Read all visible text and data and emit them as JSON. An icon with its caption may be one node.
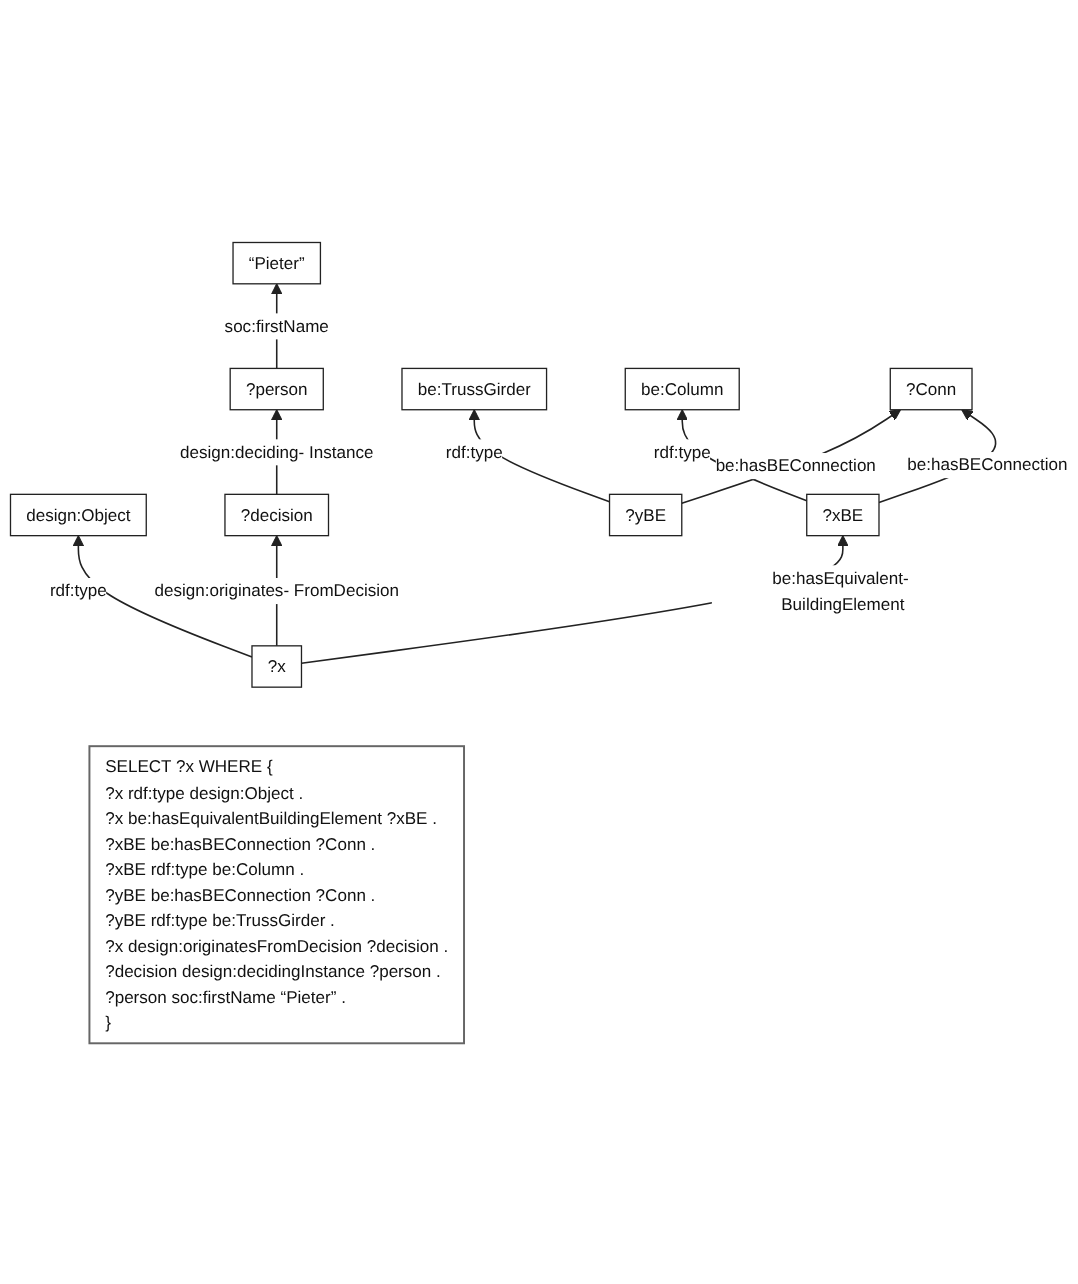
{
  "diagram": {
    "nodes": [
      {
        "text": [
          "“Pieter”"
        ]
      },
      {
        "text": [
          "?person"
        ]
      },
      {
        "text": [
          "design:Object"
        ]
      },
      {
        "text": [
          "?decision"
        ]
      },
      {
        "text": [
          "?x"
        ]
      },
      {
        "text": [
          "be:TrussGirder"
        ]
      },
      {
        "text": [
          "be:Column"
        ]
      },
      {
        "text": [
          "?yBE"
        ]
      },
      {
        "text": [
          "?xBE"
        ]
      },
      {
        "text": [
          "?Conn"
        ]
      },
      {
        "text": [
          "SELECT ?x WHERE {",
          "?x rdf:type design:Object .",
          "?x be:hasEquivalentBuildingElement ?xBE .",
          "?xBE be:hasBEConnection ?Conn .",
          "?xBE rdf:type be:Column .",
          "?yBE be:hasBEConnection ?Conn .",
          "?yBE rdf:type be:TrussGirder .",
          "?x design:originatesFromDecision ?decision .",
          "?decision design:decidingInstance ?person .",
          "?person soc:firstName “Pieter” .",
          "}"
        ]
      }
    ],
    "edges": [
      {
        "from": 1,
        "to": 0,
        "arrow": "to",
        "label": "soc:firstName"
      },
      {
        "from": 3,
        "to": 1,
        "arrow": "to",
        "label": "design:deciding- Instance"
      },
      {
        "from": 4,
        "to": 2,
        "arrow": "to",
        "label": "rdf:type"
      },
      {
        "from": 4,
        "to": 3,
        "arrow": "to",
        "label": "design:originates- FromDecision"
      },
      {
        "from": 7,
        "to": 5,
        "arrow": "to",
        "label": "rdf:type"
      },
      {
        "from": 4,
        "to": 8,
        "arrow": "to",
        "label": "be:hasEquivalent- BuildingElement"
      },
      {
        "from": 8,
        "to": 6,
        "arrow": "to",
        "label": "rdf:type"
      },
      {
        "from": 7,
        "to": 9,
        "arrow": "to",
        "label": "be:hasBEConnection"
      },
      {
        "from": 8,
        "to": 9,
        "arrow": "to",
        "label": "be:hasBEConnection"
      }
    ]
  }
}
